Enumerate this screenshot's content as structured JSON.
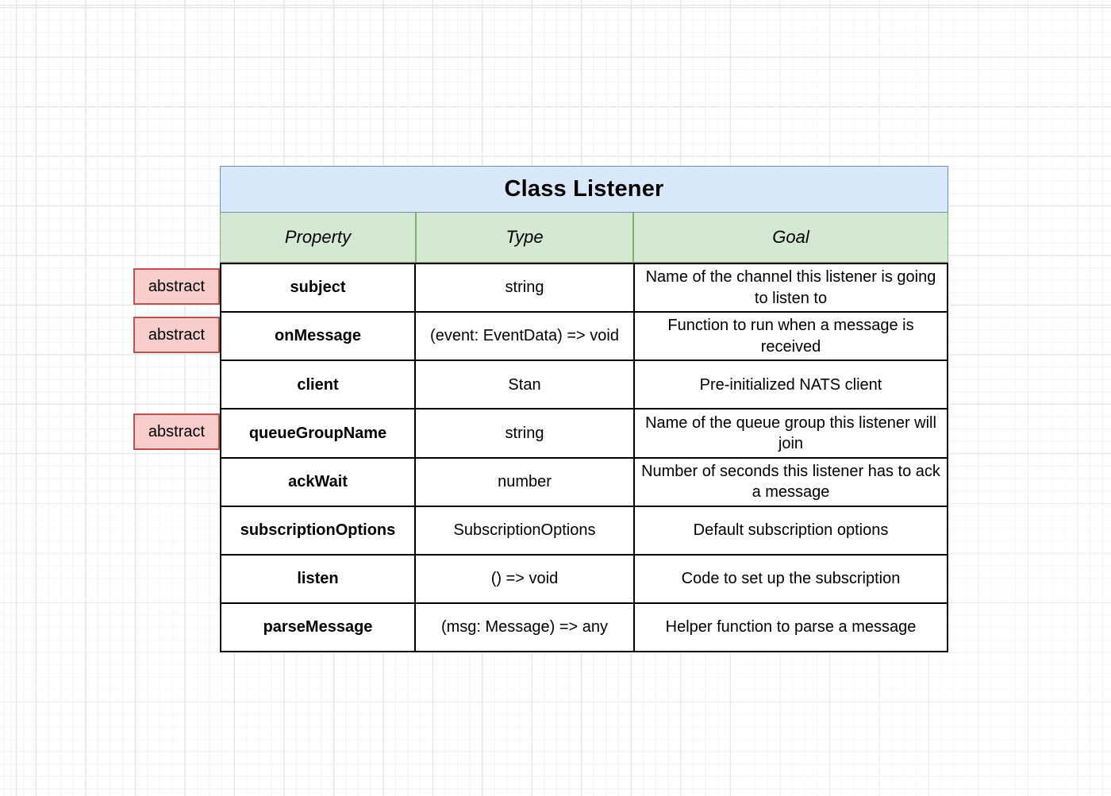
{
  "canvas": {
    "background": "#ffffff",
    "grid_minor_color": "#f4f4f4",
    "grid_major_color": "#e3e3e3"
  },
  "diagram": {
    "title": "Class Listener",
    "columns": [
      "Property",
      "Type",
      "Goal"
    ],
    "abstract_label": "abstract",
    "rows": [
      {
        "abstract": true,
        "property": "subject",
        "type": "string",
        "goal": "Name of the channel this listener is going to listen to"
      },
      {
        "abstract": true,
        "property": "onMessage",
        "type": "(event: EventData) => void",
        "goal": "Function to run when a message is received"
      },
      {
        "abstract": false,
        "property": "client",
        "type": "Stan",
        "goal": "Pre-initialized NATS client"
      },
      {
        "abstract": true,
        "property": "queueGroupName",
        "type": "string",
        "goal": "Name of the queue group this listener will join"
      },
      {
        "abstract": false,
        "property": "ackWait",
        "type": "number",
        "goal": "Number of seconds this listener has to ack a message"
      },
      {
        "abstract": false,
        "property": "subscriptionOptions",
        "type": "SubscriptionOptions",
        "goal": "Default subscription options"
      },
      {
        "abstract": false,
        "property": "listen",
        "type": "() => void",
        "goal": "Code to set up the subscription"
      },
      {
        "abstract": false,
        "property": "parseMessage",
        "type": "(msg: Message) => any",
        "goal": "Helper function to parse a message"
      }
    ],
    "colors": {
      "title_bg": "#dae8fc",
      "title_border": "#6c8ebf",
      "header_bg": "#d5e8d4",
      "header_border": "#82b366",
      "abstract_bg": "#f8cecc",
      "abstract_border": "#b85450",
      "cell_bg": "#ffffff",
      "cell_border": "#000000",
      "grid_minor": "#f4f4f4",
      "grid_major": "#e3e3e3"
    }
  }
}
